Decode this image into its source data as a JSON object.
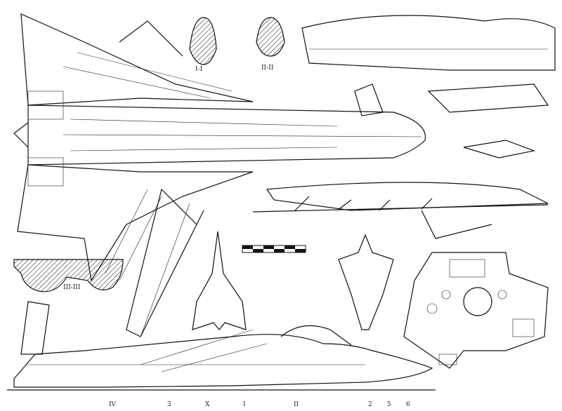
{
  "title": "Aircraft three-view technical drawing",
  "section_labels": {
    "nose_section": "I-I",
    "fuselage_section": "II-II",
    "wing_root_section": "III-III"
  },
  "cut_markers": [
    "IV",
    "3",
    "X",
    "I",
    "II",
    "2",
    "5",
    "6"
  ],
  "colors": {
    "line": "#111111",
    "background": "#ffffff"
  }
}
